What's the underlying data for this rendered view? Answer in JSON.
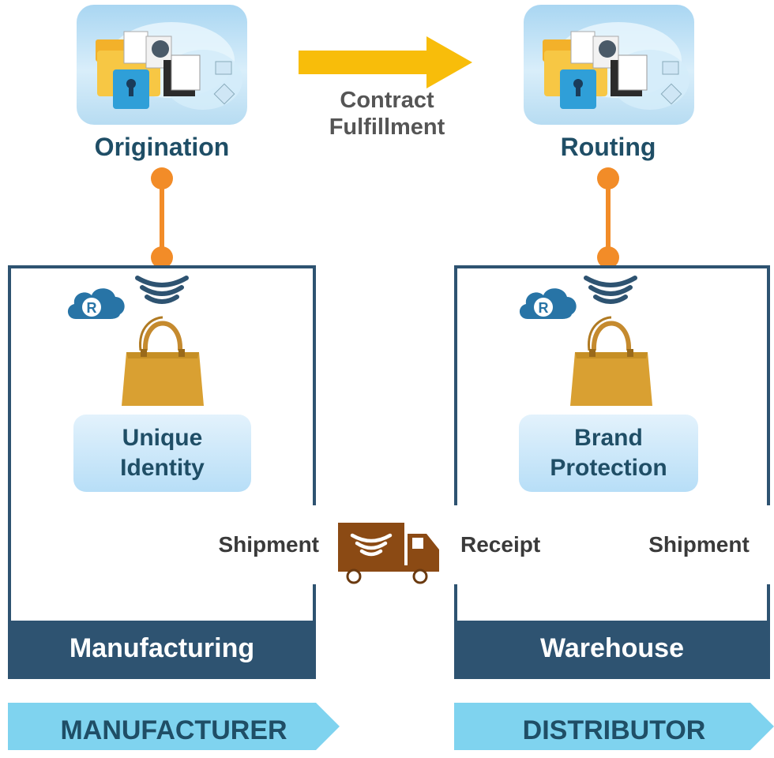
{
  "top_flow": {
    "left_node": {
      "label": "Origination"
    },
    "right_node": {
      "label": "Routing"
    },
    "arrow": {
      "label_line1": "Contract",
      "label_line2": "Fulfillment",
      "color": "#f8bd0a"
    }
  },
  "panels": {
    "manufacturing": {
      "footer": "Manufacturing",
      "feature_line1": "Unique",
      "feature_line2": "Identity",
      "exit_label": "Shipment"
    },
    "warehouse": {
      "footer": "Warehouse",
      "feature_line1": "Brand",
      "feature_line2": "Protection",
      "entry_label": "Receipt",
      "exit_label": "Shipment"
    }
  },
  "roles": {
    "left": "MANUFACTURER",
    "right": "DISTRIBUTOR"
  },
  "colors": {
    "panel": "#2e5371",
    "connector": "#f28c28",
    "truck": "#8b4a14",
    "role_band": "#7fd3ef",
    "title": "#1f4e66"
  },
  "icons": [
    "cloud-folder-icon",
    "rfid-cloud-icon",
    "wireless-signal-icon",
    "handbag-icon",
    "delivery-truck-icon"
  ]
}
